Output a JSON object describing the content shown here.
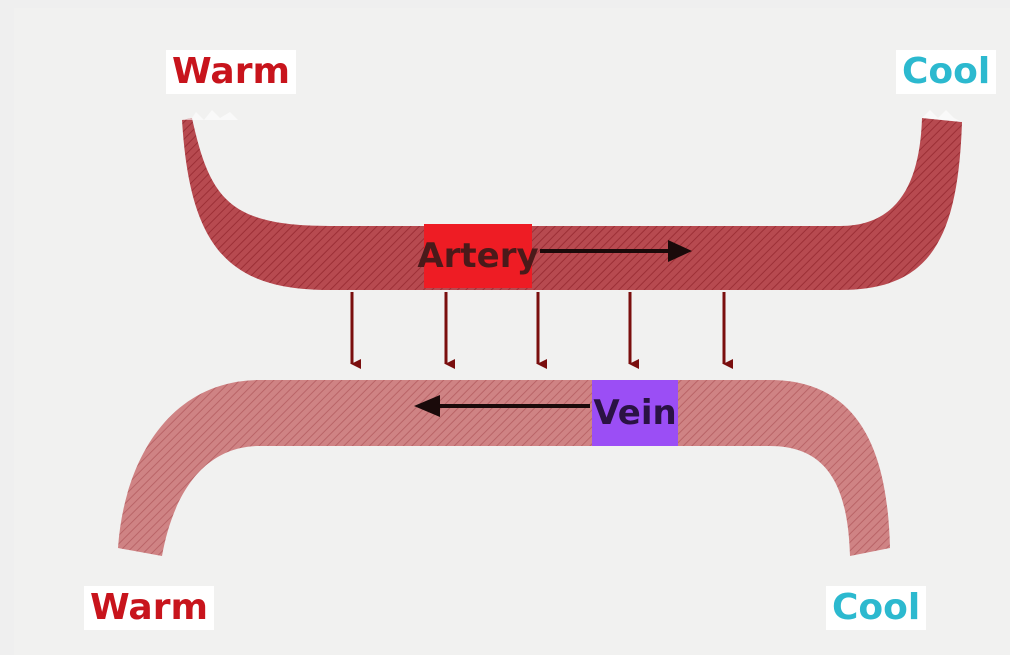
{
  "labels": {
    "warm_top": "Warm",
    "cool_top": "Cool",
    "warm_bottom": "Warm",
    "cool_bottom": "Cool",
    "artery": "Artery",
    "vein": "Vein"
  },
  "colors": {
    "warm": "#c8141c",
    "cool": "#2cb9cf",
    "artery_tag": "#ee1c24",
    "artery_text": "#4a1a1a",
    "vein_tag": "#9b4ef5",
    "vein_text": "#2a1244",
    "artery_vessel": "#b5454b",
    "vein_vessel": "#cd7a7c",
    "arrow": "#7a0e0e",
    "flow_arrow": "#1a0a0a"
  },
  "diagram": {
    "heat_transfer_arrows": 5,
    "artery_flow_direction": "right",
    "vein_flow_direction": "left"
  }
}
